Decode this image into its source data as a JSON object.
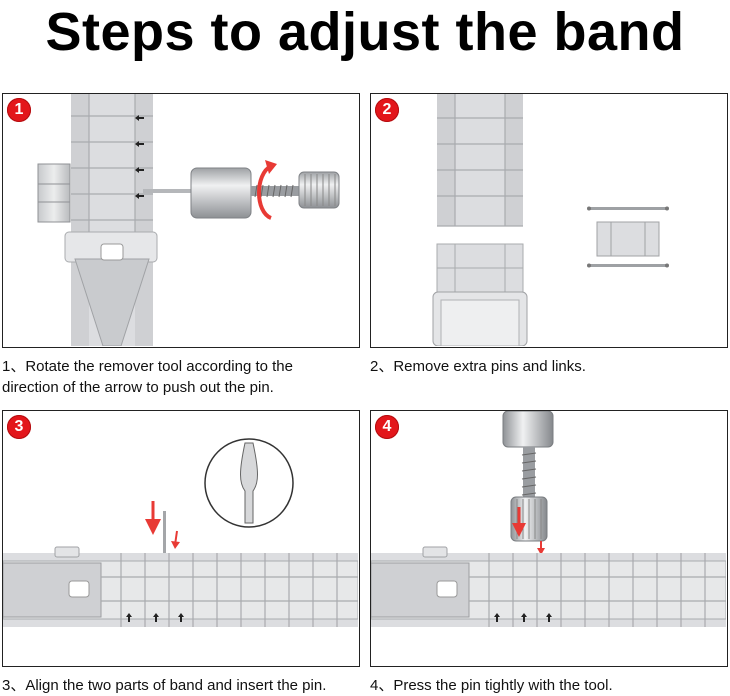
{
  "title": "Steps to adjust the band",
  "steps": [
    {
      "number": "1",
      "caption_line1": "1、Rotate the remover tool according to the",
      "caption_line2": "direction of the arrow to push out the pin."
    },
    {
      "number": "2",
      "caption_line1": "2、Remove extra pins and links."
    },
    {
      "number": "3",
      "caption_line1": "3、Align the two parts of band and insert the pin."
    },
    {
      "number": "4",
      "caption_line1": "4、Press the pin tightly with the tool."
    }
  ],
  "colors": {
    "badge": "#e3161b",
    "metal": "#d9dadc",
    "metal_dark": "#a9abae",
    "arrow": "#e83a35"
  },
  "icons": [
    "numbered-badge",
    "arrow-left-icon",
    "arrow-up-icon",
    "rotate-arrow-icon",
    "press-down-arrow-icon"
  ]
}
